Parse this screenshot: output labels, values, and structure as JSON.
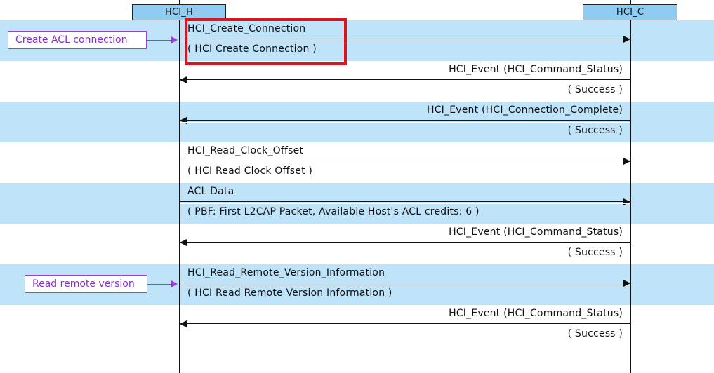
{
  "lifelines": {
    "host": "HCI_H",
    "controller": "HCI_C"
  },
  "messages": [
    {
      "direction": "right",
      "label": "HCI_Create_Connection",
      "detail": "( HCI Create Connection )",
      "band": true
    },
    {
      "direction": "left",
      "label": "HCI_Event (HCI_Command_Status)",
      "detail": "( Success )",
      "band": false
    },
    {
      "direction": "left",
      "label": "HCI_Event (HCI_Connection_Complete)",
      "detail": "( Success )",
      "band": true
    },
    {
      "direction": "right",
      "label": "HCI_Read_Clock_Offset",
      "detail": "( HCI Read Clock Offset )",
      "band": false
    },
    {
      "direction": "right",
      "label": "ACL Data",
      "detail": "( PBF: First L2CAP Packet, Available Host's ACL credits: 6 )",
      "band": true
    },
    {
      "direction": "left",
      "label": "HCI_Event (HCI_Command_Status)",
      "detail": "( Success )",
      "band": false
    },
    {
      "direction": "right",
      "label": "HCI_Read_Remote_Version_Information",
      "detail": "( HCI Read Remote Version Information )",
      "band": true
    },
    {
      "direction": "left",
      "label": "HCI_Event (HCI_Command_Status)",
      "detail": "( Success )",
      "band": false
    }
  ],
  "external_actions": [
    {
      "label": "Create ACL connection",
      "message_index": 0
    },
    {
      "label": "Read remote version",
      "message_index": 6
    }
  ],
  "colors": {
    "band": "#bfe3f8",
    "lifeline_header": "#8ecdf1",
    "external_action": "#9b3fd8",
    "highlight": "#e0121c"
  },
  "highlight": {
    "message_index": 0
  }
}
